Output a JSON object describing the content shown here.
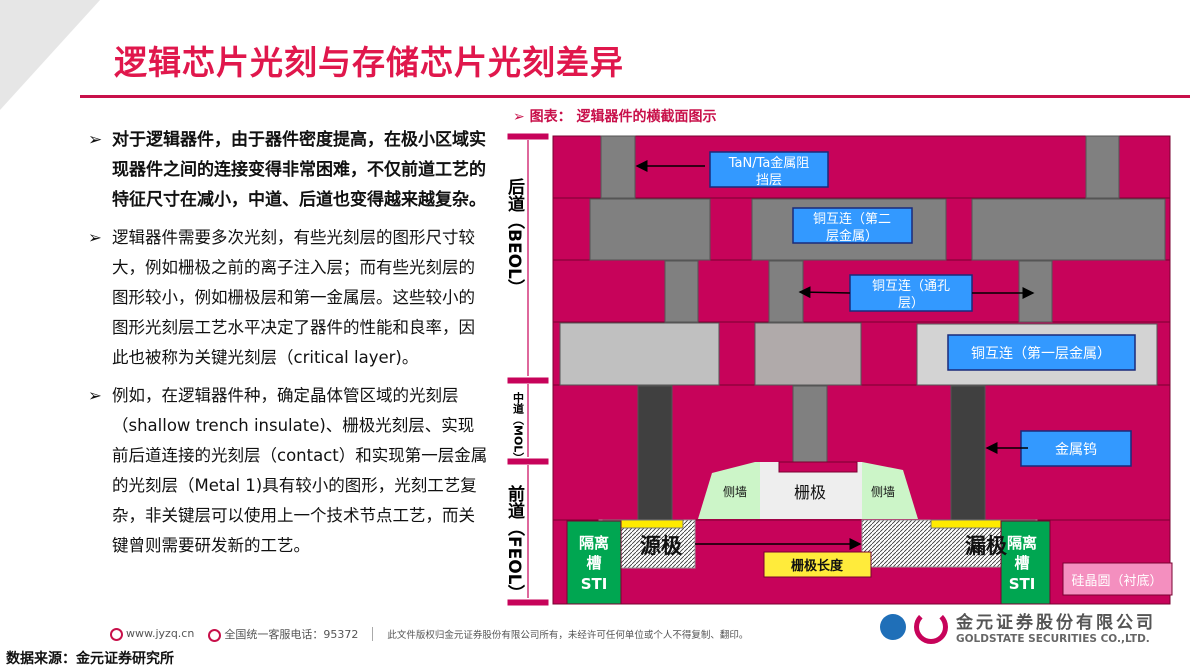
{
  "title": "逻辑芯片光刻与存储芯片光刻差异",
  "bullets": [
    {
      "text": "对于逻辑器件，由于器件密度提高，在极小区域实现器件之间的连接变得非常困难，不仅前道工艺的特征尺寸在减小，中道、后道也变得越来越复杂。"
    },
    {
      "text": "逻辑器件需要多次光刻，有些光刻层的图形尺寸较大，例如栅极之前的离子注入层；而有些光刻层的图形较小，例如栅极层和第一金属层。这些较小的图形光刻层工艺水平决定了器件的性能和良率，因此也被称为关键光刻层（critical layer)。"
    },
    {
      "text": "例如，在逻辑器件种，确定晶体管区域的光刻层（shallow trench insulate)、栅极光刻层、实现前后道连接的光刻层（contact）和实现第一层金属的光刻层（Metal 1)具有较小的图形，光刻工艺复杂，非关键层可以使用上一个技术节点工艺，而关键曾则需要研发新的工艺。"
    }
  ],
  "bullet_marker": "➢",
  "figure": {
    "caption": "➢ 图表： 逻辑器件的横截面图示",
    "sections": {
      "beol": "后道（BEOL）",
      "mol": "中道（MOL）",
      "feol": "前道（FEOL）"
    },
    "labels": {
      "barrier_1": "TaN/Ta金属阻",
      "barrier_2": "挡层",
      "m2_1": "铜互连（第二",
      "m2_2": "层金属）",
      "via_1": "铜互连（通孔",
      "via_2": "层）",
      "m1": "铜互连（第一层金属）",
      "tungsten": "金属钨",
      "spacer_left": "侧墙",
      "gate": "栅极",
      "spacer_right": "侧墙",
      "source": "源极",
      "drain": "漏极",
      "gate_length": "栅极长度",
      "sti_1": "隔离",
      "sti_2": "槽",
      "sti_3": "STI",
      "substrate": "硅晶圆（衬底）"
    },
    "colors": {
      "dielectric": "#c7035a",
      "metal": "#808080",
      "label_box": "#3399ff",
      "sti": "#00a651",
      "spacer": "#ccf5c8",
      "gate_length": "#ffeb3b",
      "substrate": "#f48fbf"
    }
  },
  "footer": {
    "website": "www.jyzq.cn",
    "hotline": "全国统一客服电话：95372",
    "copyright": "此文件版权归金元证券股份有限公司所有，未经许可任何单位或个人不得复制、翻印。"
  },
  "source": "数据来源：金元证券研究所",
  "logo": {
    "cn": "金元证券股份有限公司",
    "en": "GOLDSTATE SECURITIES CO.,LTD."
  }
}
